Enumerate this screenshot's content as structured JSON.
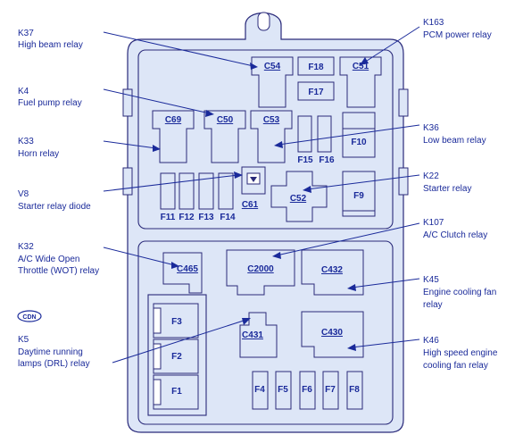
{
  "labels": {
    "k37_code": "K37",
    "k37_desc": "High beam relay",
    "k4_code": "K4",
    "k4_desc": "Fuel pump relay",
    "k33_code": "K33",
    "k33_desc": "Horn relay",
    "v8_code": "V8",
    "v8_desc": "Starter relay diode",
    "k32_code": "K32",
    "k32_line1": "A/C Wide Open",
    "k32_line2": "Throttle (WOT) relay",
    "k5_code": "K5",
    "k5_line1": "Daytime running",
    "k5_line2": "lamps (DRL) relay",
    "k163_code": "K163",
    "k163_desc": "PCM power relay",
    "k36_code": "K36",
    "k36_desc": "Low beam relay",
    "k22_code": "K22",
    "k22_desc": "Starter relay",
    "k107_code": "K107",
    "k107_desc": "A/C Clutch relay",
    "k45_code": "K45",
    "k45_line1": "Engine cooling fan",
    "k45_line2": "relay",
    "k46_code": "K46",
    "k46_line1": "High speed engine",
    "k46_line2": "cooling fan relay",
    "cdn": "CDN"
  },
  "components": {
    "c54": "C54",
    "c51": "C51",
    "c69": "C69",
    "c50": "C50",
    "c53": "C53",
    "c61": "C61",
    "c52": "C52",
    "c465": "C465",
    "c2000": "C2000",
    "c432": "C432",
    "c431": "C431",
    "c430": "C430"
  },
  "fuses": {
    "f1": "F1",
    "f2": "F2",
    "f3": "F3",
    "f4": "F4",
    "f5": "F5",
    "f6": "F6",
    "f7": "F7",
    "f8": "F8",
    "f9": "F9",
    "f10": "F10",
    "f11": "F11",
    "f12": "F12",
    "f13": "F13",
    "f14": "F14",
    "f15": "F15",
    "f16": "F16",
    "f17": "F17",
    "f18": "F18"
  },
  "colors": {
    "ink": "#1a2a9a",
    "outline": "#2a2a7a",
    "fill": "#dde6f7"
  }
}
